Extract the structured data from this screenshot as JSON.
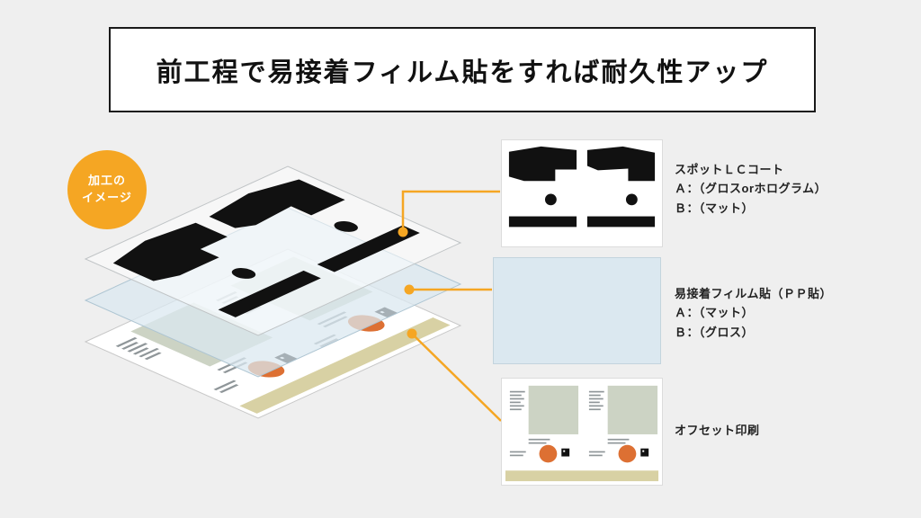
{
  "slide": {
    "title": "前工程で易接着フィルム貼をすれば耐久性アップ"
  },
  "badge": {
    "line1": "加工の",
    "line2": "イメージ"
  },
  "callouts": [
    {
      "line1": "スポットＬＣコート",
      "line2": "Ａ：（グロスorホログラム）",
      "line3": "Ｂ：（マット）"
    },
    {
      "line1": "易接着フィルム貼（ＰＰ貼）",
      "line2": "Ａ：（マット）",
      "line3": "Ｂ：（グロス）"
    },
    {
      "line1": "オフセット印刷"
    }
  ],
  "colors": {
    "page_bg": "#efefef",
    "accent_orange": "#f5a623",
    "film_blue": "#dbe8f0",
    "ink": "#111111",
    "print_orange": "#dd7033",
    "sage": "#ccd3c4",
    "khaki": "#d8d1a4"
  }
}
